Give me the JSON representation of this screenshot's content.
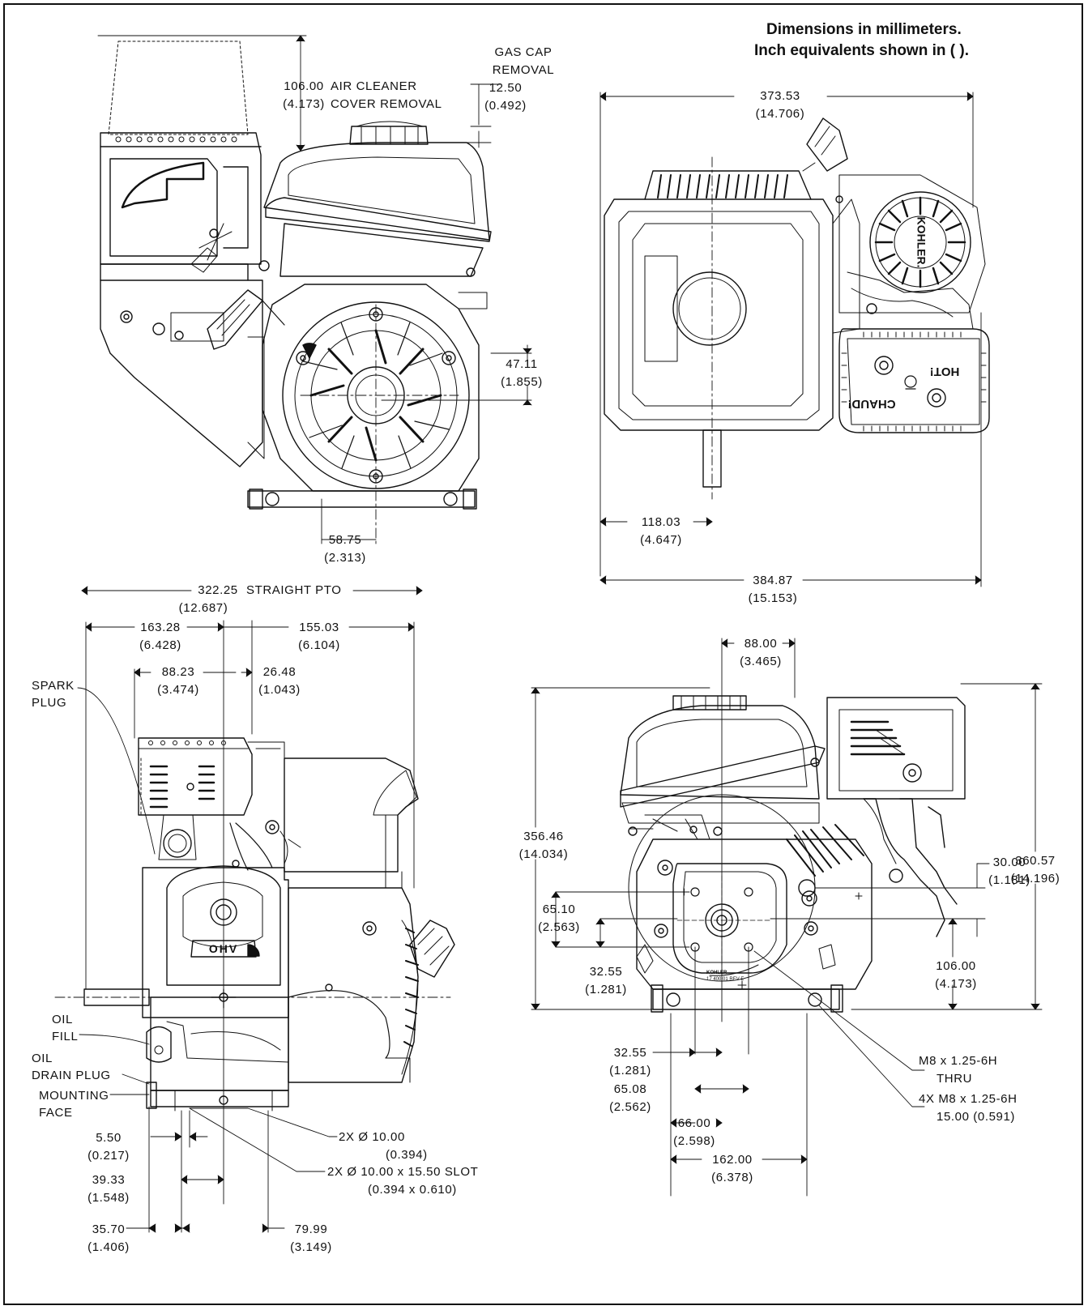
{
  "note": {
    "line1": "Dimensions in millimeters.",
    "line2": "Inch equivalents shown in ( )."
  },
  "front_view": {
    "air_cleaner_dim": "106.00",
    "air_cleaner_in": "(4.173)",
    "air_cleaner_text1": "AIR CLEANER",
    "air_cleaner_text2": "COVER REMOVAL",
    "gas_cap_text1": "GAS CAP",
    "gas_cap_text2": "REMOVAL",
    "gas_cap_dim": "12.50",
    "gas_cap_in": "(0.492)",
    "dim_47": "47.11",
    "dim_47_in": "(1.855)",
    "dim_58": "58.75",
    "dim_58_in": "(2.313)"
  },
  "top_view": {
    "dim_373": "373.53",
    "dim_373_in": "(14.706)",
    "dim_118": "118.03",
    "dim_118_in": "(4.647)",
    "dim_384": "384.87",
    "dim_384_in": "(15.153)",
    "brand_text": "KOHLER.",
    "hot_text": "HOT!",
    "chaud_text": "CHAUD!"
  },
  "side_view": {
    "dim_322": "322.25",
    "straight_pto": "STRAIGHT PTO",
    "dim_322_in": "(12.687)",
    "dim_163": "163.28",
    "dim_163_in": "(6.428)",
    "dim_155": "155.03",
    "dim_155_in": "(6.104)",
    "dim_88_23": "88.23",
    "dim_88_23_in": "(3.474)",
    "dim_26": "26.48",
    "dim_26_in": "(1.043)",
    "spark1": "SPARK",
    "spark2": "PLUG",
    "oil1": "OIL",
    "oil2": "FILL",
    "drain1": "OIL",
    "drain2": "DRAIN PLUG",
    "mount1": "MOUNTING",
    "mount2": "FACE",
    "dim_5": "5.50",
    "dim_5_in": "(0.217)",
    "dim_39": "39.33",
    "dim_39_in": "(1.548)",
    "dim_35": "35.70",
    "dim_35_in": "(1.406)",
    "dim_79": "79.99",
    "dim_79_in": "(3.149)",
    "hole1": "2X Ø 10.00",
    "hole1_in": "(0.394)",
    "hole2": "2X Ø 10.00 x 15.50 SLOT",
    "hole2_in": "(0.394 x 0.610)",
    "ohv": "OHV"
  },
  "pto_view": {
    "dim_88_00": "88.00",
    "dim_88_00_in": "(3.465)",
    "dim_356": "356.46",
    "dim_356_in": "(14.034)",
    "dim_360": "360.57",
    "dim_360_in": "(14.196)",
    "dim_30": "30.00",
    "dim_30_in": "(1.181)",
    "dim_65_10": "65.10",
    "dim_65_10_in": "(2.563)",
    "dim_32_a": "32.55",
    "dim_32_a_in": "(1.281)",
    "dim_106": "106.00",
    "dim_106_in": "(4.173)",
    "thread1a": "M8 x 1.25-6H",
    "thread1b": "THRU",
    "thread2a": "4X M8 x 1.25-6H",
    "thread2b": "15.00 (0.591)",
    "dim_32_b": "32.55",
    "dim_32_b_in": "(1.281)",
    "dim_65_08": "65.08",
    "dim_65_08_in": "(2.562)",
    "dim_66": "66.00",
    "dim_66_in": "(2.598)",
    "dim_162": "162.00",
    "dim_162_in": "(6.378)",
    "plate_text1": "KOHLER",
    "plate_text2": "17 400 01 REV E"
  }
}
